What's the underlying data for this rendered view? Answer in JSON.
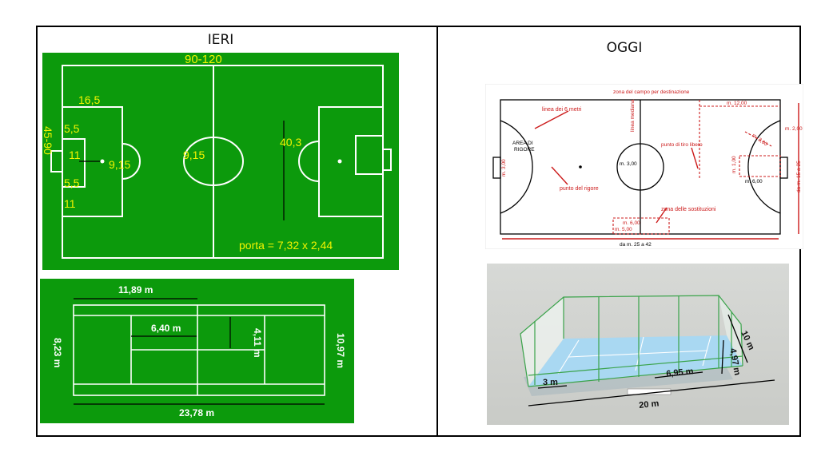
{
  "left_title": "IERI",
  "right_title": "OGGI",
  "colors": {
    "pitch_green": "#0c9a0c",
    "line_white": "#ffffff",
    "label_yellow": "#f4f400",
    "futsal_red": "#cc1b1b",
    "padel_blue": "#a9d8f2",
    "padel_frame": "#3aa34a"
  },
  "soccer": {
    "length": "90-120",
    "width": "45-90",
    "penalty_area_depth": "16,5",
    "goal_area_depth": "5,5",
    "goal_area_depth_2": "5,5",
    "goal_label": "11",
    "spot_distance": "11",
    "penalty_arc": "9,15",
    "center_circle": "9,15",
    "penalty_area_width": "40,3",
    "goal_size": "porta = 7,32 x 2,44"
  },
  "tennis": {
    "service_length": "11,89 m",
    "service_width": "6,40 m",
    "half_width": "4,11 m",
    "singles_width": "8,23 m",
    "doubles_width": "10,97 m",
    "length": "23,78 m"
  },
  "futsal": {
    "top_zone": "zona del campo per destinazione",
    "six_m_line": "linea dei 6 metri",
    "penalty_area": "AREA DI RIGORE",
    "penalty_area_l1": "AREA DI",
    "penalty_area_l2": "RIGORE",
    "penalty_spot": "punto del rigore",
    "halfway": "linea mediana",
    "free_kick": "punto di tiro libero",
    "subs_zone": "zona delle sostituzioni",
    "center_circle": "m. 3,00",
    "dim_12": "m. 12,00",
    "dim_2": "m. 2,00",
    "dim_3": "m. 3,00",
    "dim_6": "m. 6,00",
    "dim_6b": "m. 6,00",
    "dim_5": "m. 5,00",
    "goal_l": "m. 3,00",
    "goal_r": "m. 1,00",
    "width": "da m. 15 a 25",
    "length": "da m. 25 a 42",
    "dim_600": "m. 6,00"
  },
  "padel": {
    "back_depth": "3 m",
    "service": "6,95 m",
    "half": "4,97 m",
    "width": "10 m",
    "length": "20 m"
  }
}
